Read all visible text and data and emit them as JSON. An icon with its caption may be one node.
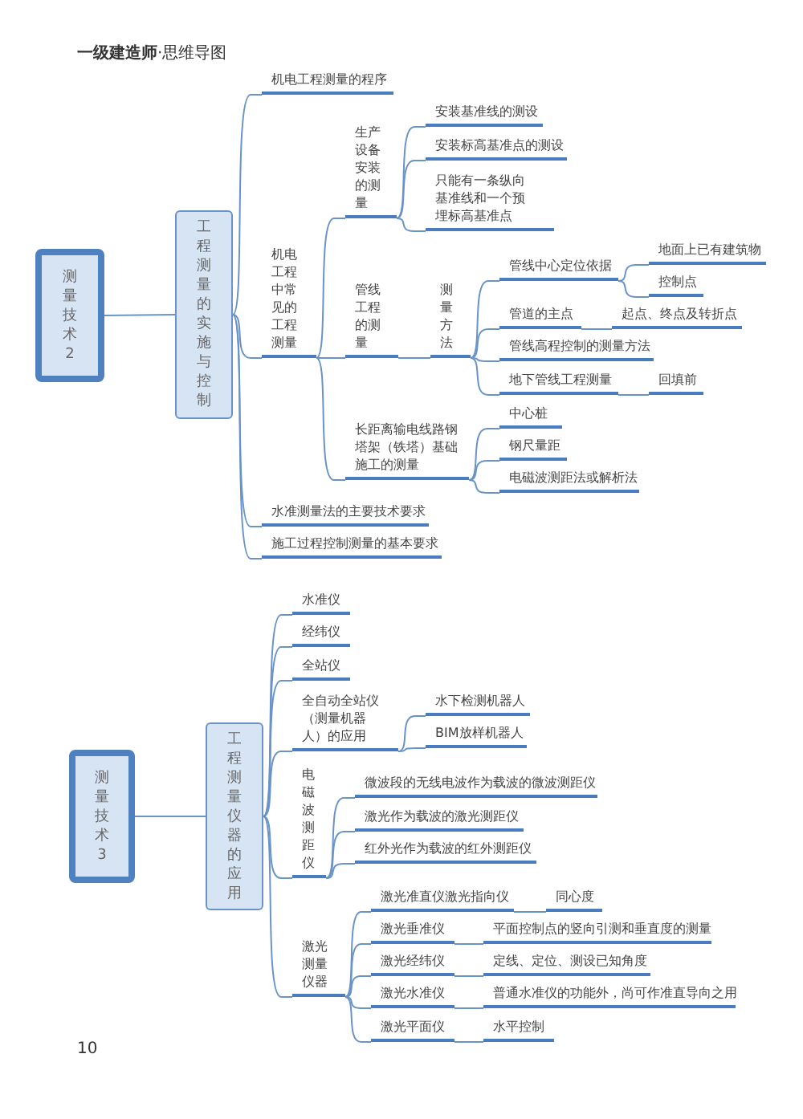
{
  "diagram": {
    "title": "**一级建造师**·思维导图",
    "nodes": [
      {
        "text": [
          "测量技术2"
        ]
      },
      {
        "text": [
          "工程测量的实施与控制"
        ]
      },
      {
        "text": [
          "机电工程测量的程序"
        ]
      },
      {
        "text": [
          "机电工程中常见的工程测量"
        ]
      },
      {
        "text": [
          "生产设备安装的测量"
        ]
      },
      {
        "text": [
          "安装基准线的测设"
        ]
      },
      {
        "text": [
          "安装标高基准点的测设"
        ]
      },
      {
        "text": [
          "只能有一条纵向基准线和一个预埋标高基准点"
        ]
      },
      {
        "text": [
          "管线工程的测量"
        ]
      },
      {
        "text": [
          "测量方法"
        ]
      },
      {
        "text": [
          "管线中心定位依据"
        ]
      },
      {
        "text": [
          "地面上已有建筑物"
        ]
      },
      {
        "text": [
          "控制点"
        ]
      },
      {
        "text": [
          "管道的主点"
        ]
      },
      {
        "text": [
          "起点、终点及转折点"
        ]
      },
      {
        "text": [
          "管线高程控制的测量方法"
        ]
      },
      {
        "text": [
          "地下管线工程测量"
        ]
      },
      {
        "text": [
          "回填前"
        ]
      },
      {
        "text": [
          "长距离输电线路钢塔架（铁塔）基础施工的测量"
        ]
      },
      {
        "text": [
          "中心桩"
        ]
      },
      {
        "text": [
          "钢尺量距"
        ]
      },
      {
        "text": [
          "电磁波测距法或解析法"
        ]
      },
      {
        "text": [
          "水准测量法的主要技术要求"
        ]
      },
      {
        "text": [
          "施工过程控制测量的基本要求"
        ]
      },
      {
        "text": [
          "测量技术3"
        ]
      },
      {
        "text": [
          "工程测量仪器的应用"
        ]
      },
      {
        "text": [
          "水准仪"
        ]
      },
      {
        "text": [
          "经纬仪"
        ]
      },
      {
        "text": [
          "全站仪"
        ]
      },
      {
        "text": [
          "全自动全站仪（测量机器人）的应用"
        ]
      },
      {
        "text": [
          "水下检测机器人"
        ]
      },
      {
        "text": [
          "BIM放样机器人"
        ]
      },
      {
        "text": [
          "电磁波测距仪"
        ]
      },
      {
        "text": [
          "微波段的无线电波作为载波的微波测距仪"
        ]
      },
      {
        "text": [
          "激光作为载波的激光测距仪"
        ]
      },
      {
        "text": [
          "红外光作为载波的红外测距仪"
        ]
      },
      {
        "text": [
          "激光测量仪器"
        ]
      },
      {
        "text": [
          "激光准直仪激光指向仪"
        ]
      },
      {
        "text": [
          "同心度"
        ]
      },
      {
        "text": [
          "激光垂准仪"
        ]
      },
      {
        "text": [
          "平面控制点的竖向引测和垂直度的测量"
        ]
      },
      {
        "text": [
          "激光经纬仪"
        ]
      },
      {
        "text": [
          "定线、定位、测设已知角度"
        ]
      },
      {
        "text": [
          "激光水准仪"
        ]
      },
      {
        "text": [
          "普通水准仪的功能外，尚可作准直导向之用"
        ]
      },
      {
        "text": [
          "激光平面仪"
        ]
      },
      {
        "text": [
          "水平控制"
        ]
      }
    ],
    "edges": [
      {
        "from": 0,
        "to": 1,
        "arrow": "none"
      },
      {
        "from": 1,
        "to": 2,
        "arrow": "none"
      },
      {
        "from": 1,
        "to": 3,
        "arrow": "none"
      },
      {
        "from": 1,
        "to": 22,
        "arrow": "none"
      },
      {
        "from": 1,
        "to": 23,
        "arrow": "none"
      },
      {
        "from": 3,
        "to": 4,
        "arrow": "none"
      },
      {
        "from": 3,
        "to": 8,
        "arrow": "none"
      },
      {
        "from": 3,
        "to": 18,
        "arrow": "none"
      },
      {
        "from": 4,
        "to": 5,
        "arrow": "none"
      },
      {
        "from": 4,
        "to": 6,
        "arrow": "none"
      },
      {
        "from": 4,
        "to": 7,
        "arrow": "none"
      },
      {
        "from": 8,
        "to": 9,
        "arrow": "none"
      },
      {
        "from": 9,
        "to": 10,
        "arrow": "none"
      },
      {
        "from": 9,
        "to": 13,
        "arrow": "none"
      },
      {
        "from": 9,
        "to": 15,
        "arrow": "none"
      },
      {
        "from": 9,
        "to": 16,
        "arrow": "none"
      },
      {
        "from": 10,
        "to": 11,
        "arrow": "none"
      },
      {
        "from": 10,
        "to": 12,
        "arrow": "none"
      },
      {
        "from": 13,
        "to": 14,
        "arrow": "none"
      },
      {
        "from": 16,
        "to": 17,
        "arrow": "none"
      },
      {
        "from": 18,
        "to": 19,
        "arrow": "none"
      },
      {
        "from": 18,
        "to": 20,
        "arrow": "none"
      },
      {
        "from": 18,
        "to": 21,
        "arrow": "none"
      },
      {
        "from": 24,
        "to": 25,
        "arrow": "none"
      },
      {
        "from": 25,
        "to": 26,
        "arrow": "none"
      },
      {
        "from": 25,
        "to": 27,
        "arrow": "none"
      },
      {
        "from": 25,
        "to": 28,
        "arrow": "none"
      },
      {
        "from": 25,
        "to": 29,
        "arrow": "none"
      },
      {
        "from": 25,
        "to": 32,
        "arrow": "none"
      },
      {
        "from": 25,
        "to": 36,
        "arrow": "none"
      },
      {
        "from": 29,
        "to": 30,
        "arrow": "none"
      },
      {
        "from": 29,
        "to": 31,
        "arrow": "none"
      },
      {
        "from": 32,
        "to": 33,
        "arrow": "none"
      },
      {
        "from": 32,
        "to": 34,
        "arrow": "none"
      },
      {
        "from": 32,
        "to": 35,
        "arrow": "none"
      },
      {
        "from": 36,
        "to": 37,
        "arrow": "none"
      },
      {
        "from": 36,
        "to": 39,
        "arrow": "none"
      },
      {
        "from": 36,
        "to": 41,
        "arrow": "none"
      },
      {
        "from": 36,
        "to": 43,
        "arrow": "none"
      },
      {
        "from": 36,
        "to": 45,
        "arrow": "none"
      },
      {
        "from": 37,
        "to": 38,
        "arrow": "none"
      },
      {
        "from": 39,
        "to": 40,
        "arrow": "none"
      },
      {
        "from": 41,
        "to": 42,
        "arrow": "none"
      },
      {
        "from": 43,
        "to": 44,
        "arrow": "none"
      },
      {
        "from": 45,
        "to": 46,
        "arrow": "none"
      }
    ],
    "labels": [
      "10"
    ]
  }
}
